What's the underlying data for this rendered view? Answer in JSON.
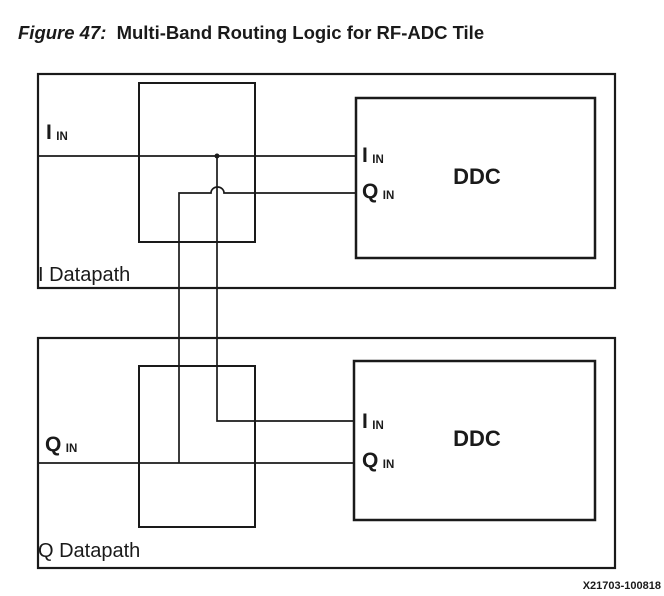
{
  "figure": {
    "label": "Figure 47:",
    "title": "Multi-Band Routing Logic for RF-ADC Tile"
  },
  "i_datapath": {
    "name": "I Datapath",
    "input": {
      "main": "I",
      "sub": "IN"
    },
    "ddc": {
      "title": "DDC",
      "port_i": {
        "main": "I",
        "sub": "IN"
      },
      "port_q": {
        "main": "Q",
        "sub": "IN"
      }
    }
  },
  "q_datapath": {
    "name": "Q Datapath",
    "input": {
      "main": "Q",
      "sub": "IN"
    },
    "ddc": {
      "title": "DDC",
      "port_i": {
        "main": "I",
        "sub": "IN"
      },
      "port_q": {
        "main": "Q",
        "sub": "IN"
      }
    }
  },
  "figure_id": "X21703-100818",
  "colors": {
    "line": "#1a1a1a",
    "text": "#1a1a1a",
    "background": "#ffffff"
  }
}
